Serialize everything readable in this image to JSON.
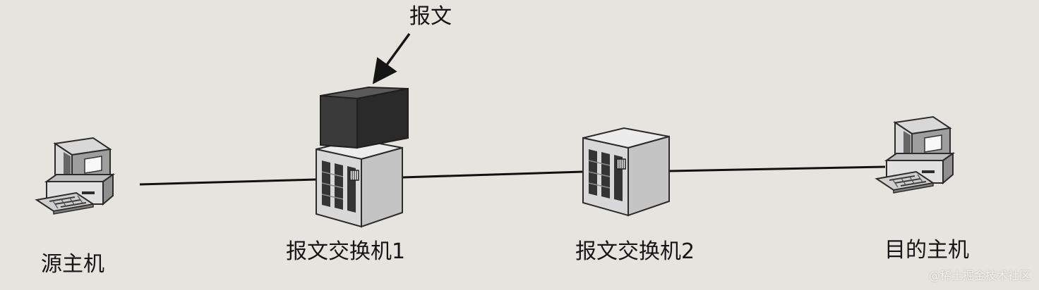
{
  "labels": {
    "message": "报文",
    "source_host": "源主机",
    "switch_1": "报文交换机1",
    "switch_2": "报文交换机2",
    "destination_host": "目的主机"
  },
  "watermark": "@稀土掘金技术社区",
  "nodes": [
    {
      "id": "source_host",
      "icon": "desktop-computer-icon"
    },
    {
      "id": "switch_1",
      "icon": "server-tower-icon"
    },
    {
      "id": "switch_2",
      "icon": "server-tower-icon"
    },
    {
      "id": "destination_host",
      "icon": "desktop-computer-icon"
    }
  ],
  "links": [
    [
      "source_host",
      "switch_1"
    ],
    [
      "switch_1",
      "switch_2"
    ],
    [
      "switch_2",
      "destination_host"
    ]
  ],
  "message_block": {
    "on": "switch_1",
    "icon": "message-block-icon"
  }
}
